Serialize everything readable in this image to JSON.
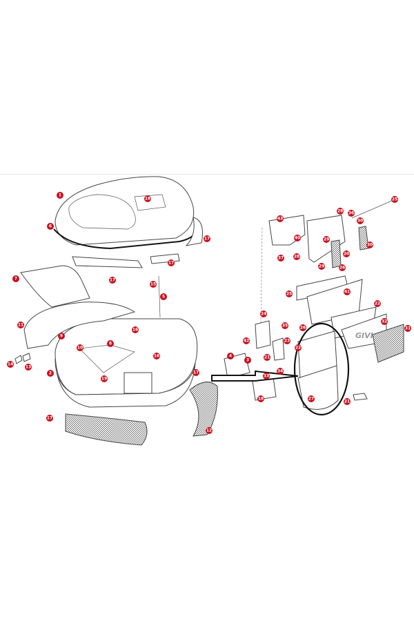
{
  "title": "Exploded parts diagram of top case",
  "callout_color": "#c8101e",
  "logo_text": "GIVI",
  "labels": [
    "1",
    "18",
    "6",
    "17",
    "17",
    "17",
    "7",
    "15",
    "5",
    "11",
    "9",
    "16",
    "8",
    "10",
    "16",
    "14",
    "13",
    "2",
    "19",
    "17",
    "17",
    "12",
    "43",
    "28",
    "36",
    "25",
    "30",
    "40",
    "29",
    "30",
    "37",
    "28",
    "20",
    "29",
    "26",
    "25",
    "41",
    "22",
    "24",
    "32",
    "35",
    "26",
    "31",
    "42",
    "23",
    "4",
    "3",
    "21",
    "22",
    "34",
    "33",
    "18",
    "27",
    "21"
  ]
}
